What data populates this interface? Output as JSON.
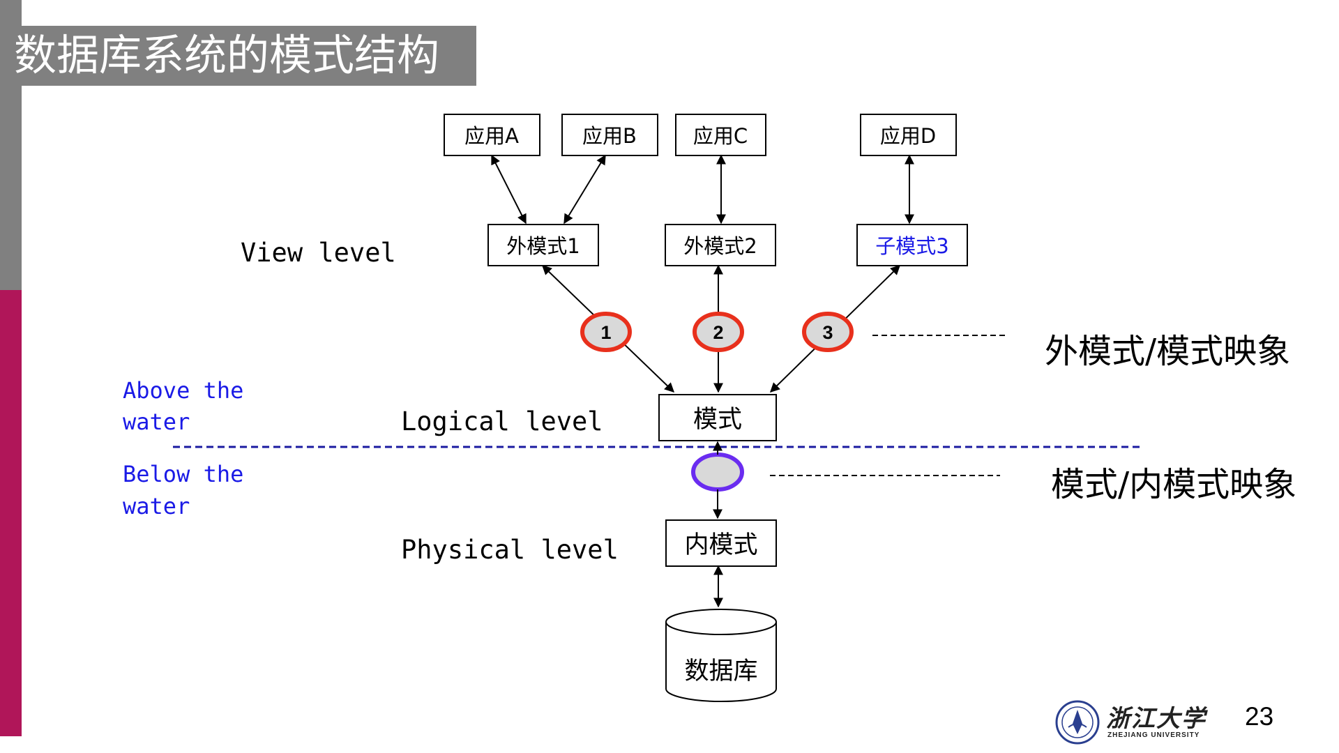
{
  "slide": {
    "title": "数据库系统的模式结构",
    "page_number": "23"
  },
  "colors": {
    "title_bar": "#808080",
    "left_bar_top": "#808080",
    "left_bar_bottom": "#b01659",
    "ellipse_border_red": "#e8301c",
    "ellipse_border_purple": "#6a2cf0",
    "ellipse_fill": "#d9d9d9",
    "blue_text": "#1a1ae6",
    "water_line": "#1a1aa0"
  },
  "diagram": {
    "applications": [
      "应用A",
      "应用B",
      "应用C",
      "应用D"
    ],
    "external_schemas": [
      "外模式1",
      "外模式2",
      "子模式3"
    ],
    "mapping_numbers": [
      "1",
      "2",
      "3"
    ],
    "schema": "模式",
    "internal_schema": "内模式",
    "database": "数据库",
    "levels": {
      "view": "View level",
      "logical": "Logical level",
      "physical": "Physical level"
    },
    "water": {
      "above_line1": "Above the",
      "above_line2": "water",
      "below_line1": "Below the",
      "below_line2": "water"
    },
    "mappings": {
      "external_conceptual": "外模式/模式映象",
      "conceptual_internal": "模式/内模式映象"
    }
  },
  "logo": {
    "name": "浙江大学",
    "subtitle": "ZHEJIANG UNIVERSITY",
    "icon": "university-seal-icon"
  }
}
